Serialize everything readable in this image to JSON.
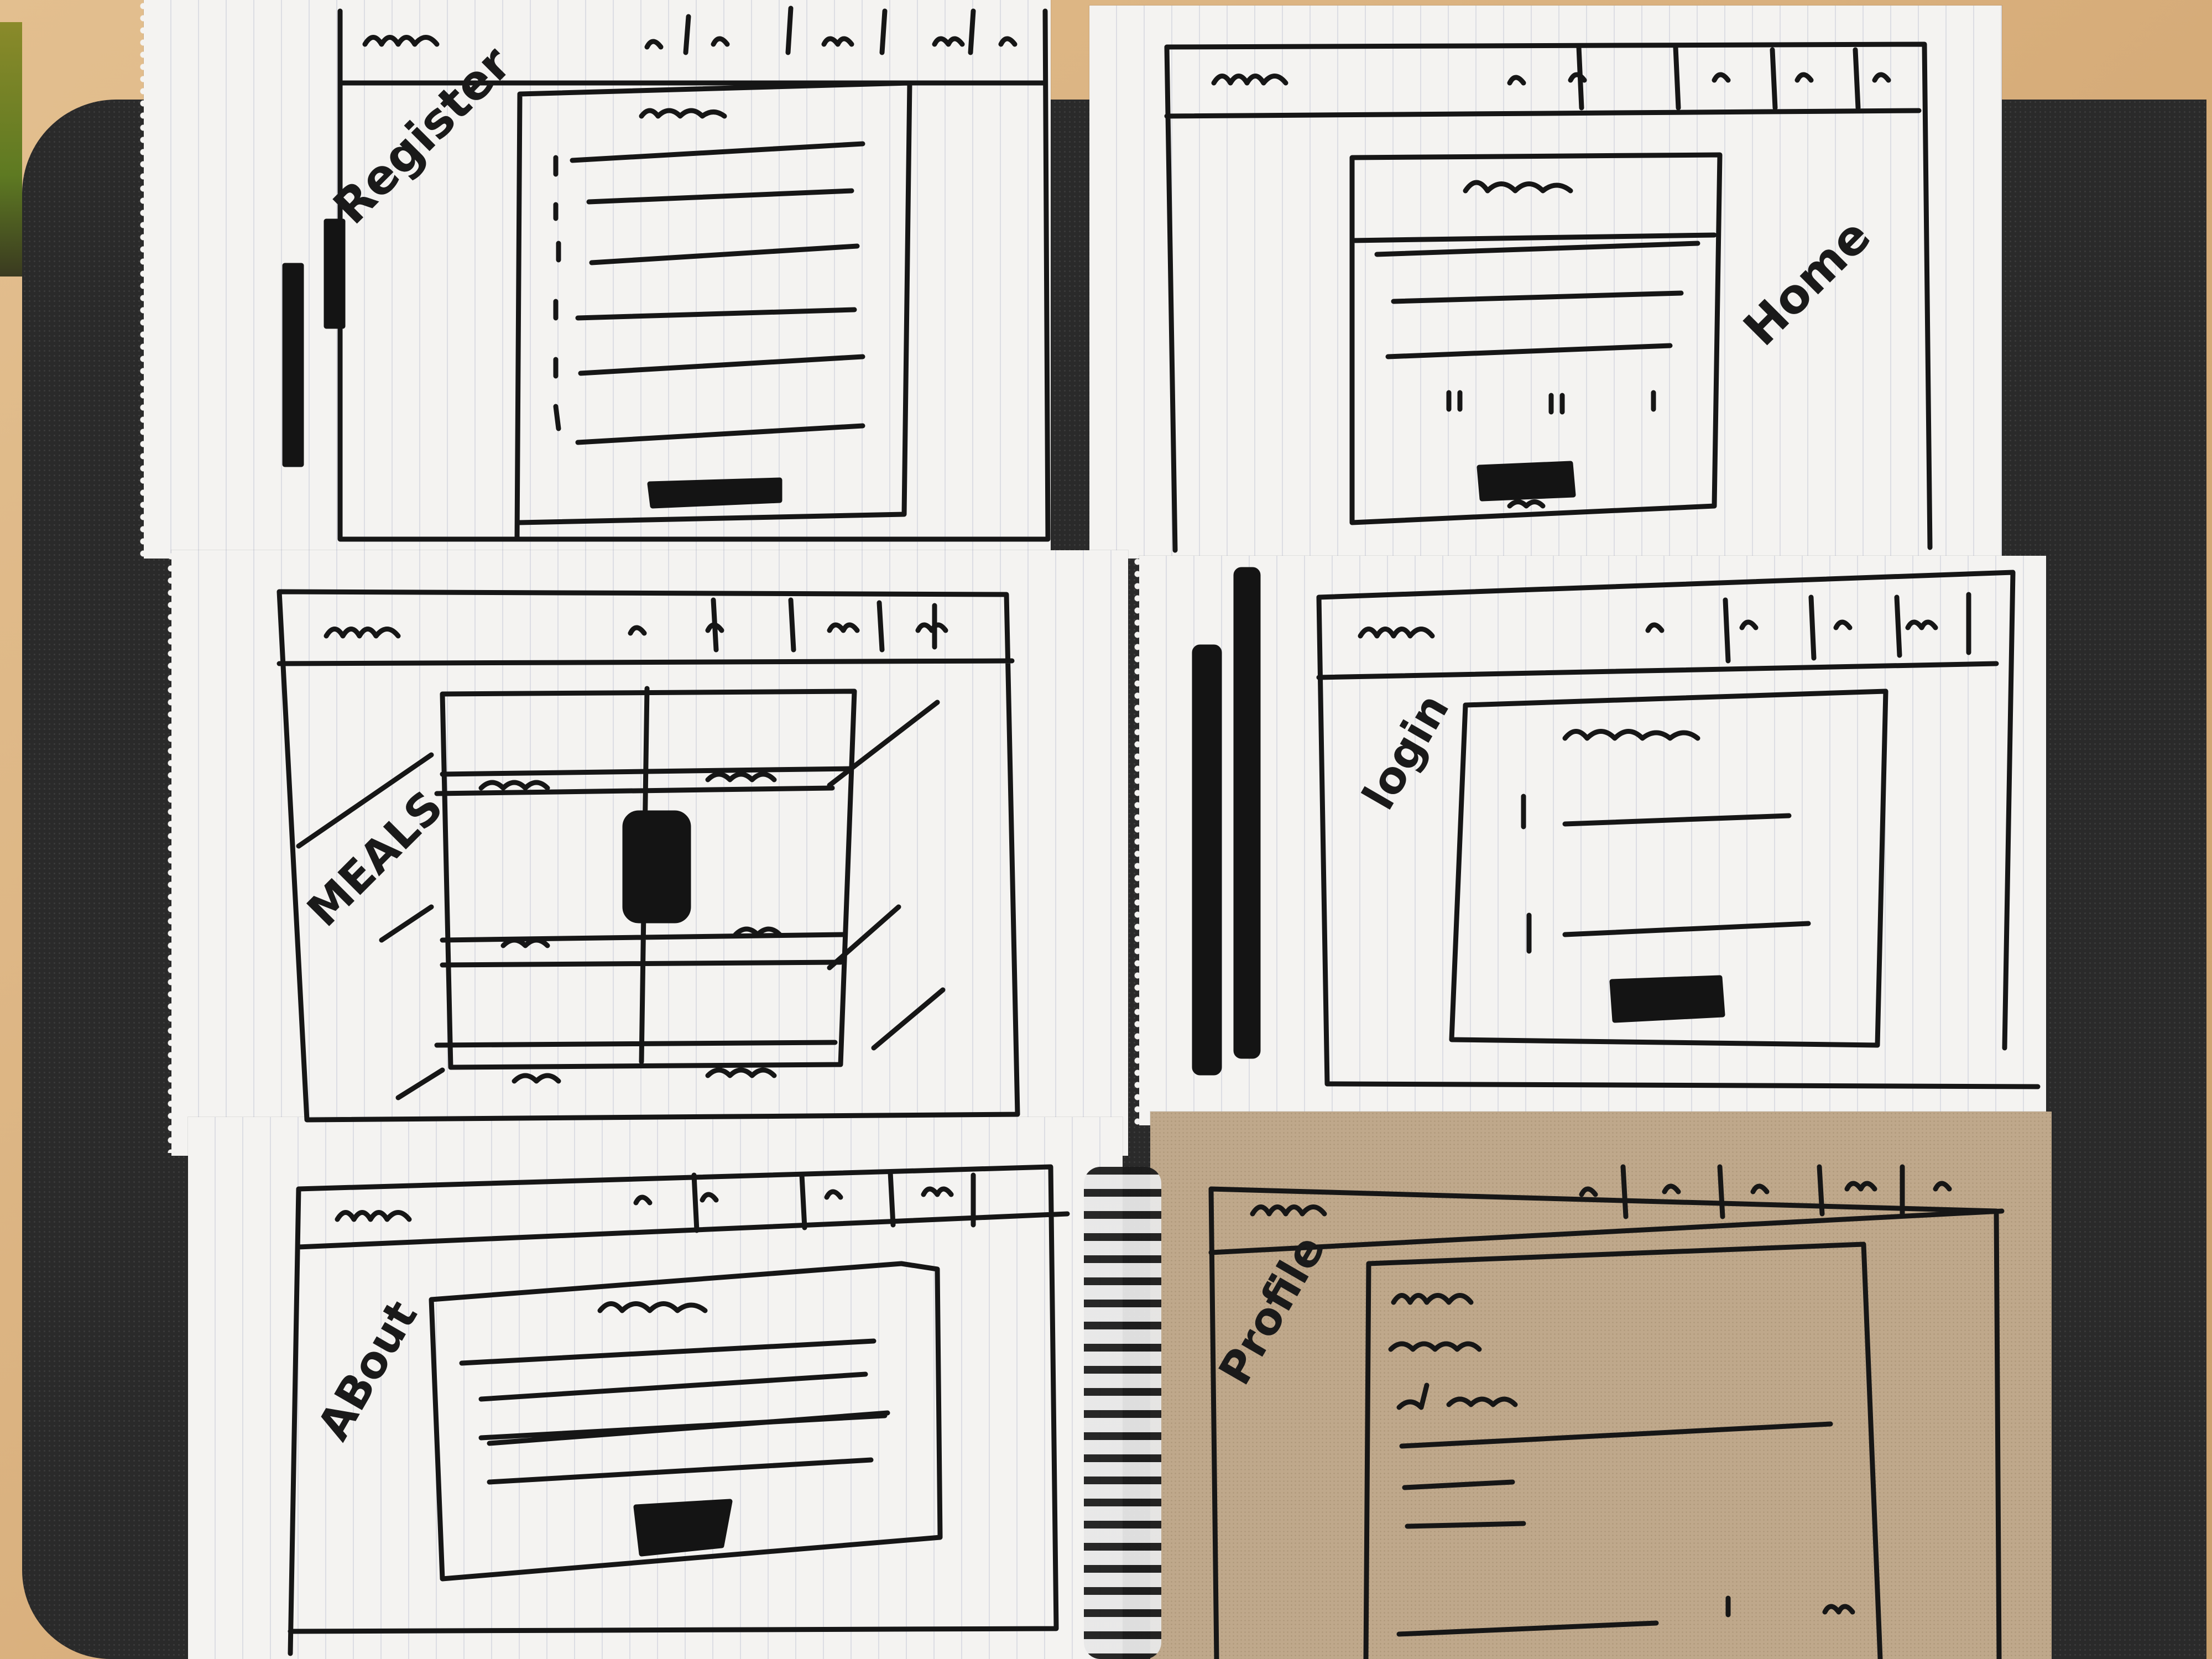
{
  "sketches": [
    {
      "id": "register",
      "label": "Register"
    },
    {
      "id": "home",
      "label": "Home"
    },
    {
      "id": "meals",
      "label": "MEALS"
    },
    {
      "id": "login",
      "label": "login"
    },
    {
      "id": "about",
      "label": "ABout"
    },
    {
      "id": "profile",
      "label": "Profile"
    }
  ],
  "colors": {
    "ink": "#161616",
    "paper": "#f4f3f1",
    "kraft": "#bfa88b",
    "mat": "#2a2a2a",
    "table": "#d9b383"
  }
}
